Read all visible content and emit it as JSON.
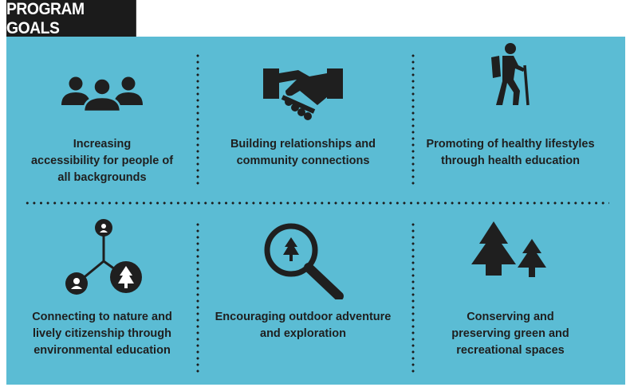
{
  "header": {
    "title": "PROGRAM GOALS"
  },
  "goals": [
    {
      "icon": "people-group-icon",
      "caption": "Increasing\naccessibility for people of\nall backgrounds"
    },
    {
      "icon": "handshake-icon",
      "caption": "Building relationships and\ncommunity connections"
    },
    {
      "icon": "hiker-icon",
      "caption": "Promoting of healthy lifestyles\nthrough health education"
    },
    {
      "icon": "network-nature-icon",
      "caption": "Connecting to nature and\nlively citizenship through\nenvironmental education"
    },
    {
      "icon": "magnifier-tree-icon",
      "caption": "Encouraging outdoor adventure\nand exploration"
    },
    {
      "icon": "pine-trees-icon",
      "caption": "Conserving and\npreserving green and\nrecreational spaces"
    }
  ],
  "colors": {
    "panel": "#5bbcd4",
    "ink": "#1f1f1f",
    "header_bg": "#1b1b1b"
  }
}
